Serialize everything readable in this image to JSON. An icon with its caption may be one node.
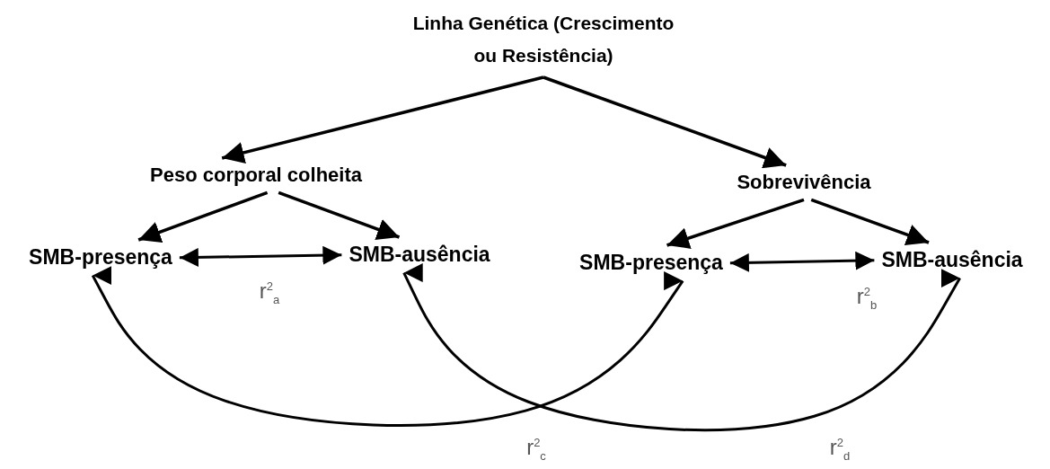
{
  "diagram": {
    "nodes": [
      {
        "text": [
          "Linha Genética (Crescimento ou Resistência)"
        ]
      },
      {
        "text": [
          "Peso corporal colheita"
        ]
      },
      {
        "text": [
          "Sobrevivência"
        ]
      },
      {
        "text": [
          "SMB-presença"
        ]
      },
      {
        "text": [
          "SMB-ausência"
        ]
      },
      {
        "text": [
          "SMB-presença"
        ]
      },
      {
        "text": [
          "SMB-ausência"
        ]
      }
    ],
    "edges": [
      {
        "from": 0,
        "to": 1,
        "arrow": "to"
      },
      {
        "from": 0,
        "to": 2,
        "arrow": "to"
      },
      {
        "from": 1,
        "to": 3,
        "arrow": "to"
      },
      {
        "from": 1,
        "to": 4,
        "arrow": "to"
      },
      {
        "from": 2,
        "to": 5,
        "arrow": "to"
      },
      {
        "from": 2,
        "to": 6,
        "arrow": "to"
      },
      {
        "from": 3,
        "to": 4,
        "arrow": "both",
        "label": "r$^{2}$$_{a}$"
      },
      {
        "from": 5,
        "to": 6,
        "arrow": "both",
        "label": "r$^{2}$$_{b}$"
      },
      {
        "from": 3,
        "to": 5,
        "arrow": "both",
        "label": "r$^{2}$$_{c}$"
      },
      {
        "from": 4,
        "to": 6,
        "arrow": "both",
        "label": "r$^{2}$$_{d}$"
      }
    ]
  }
}
